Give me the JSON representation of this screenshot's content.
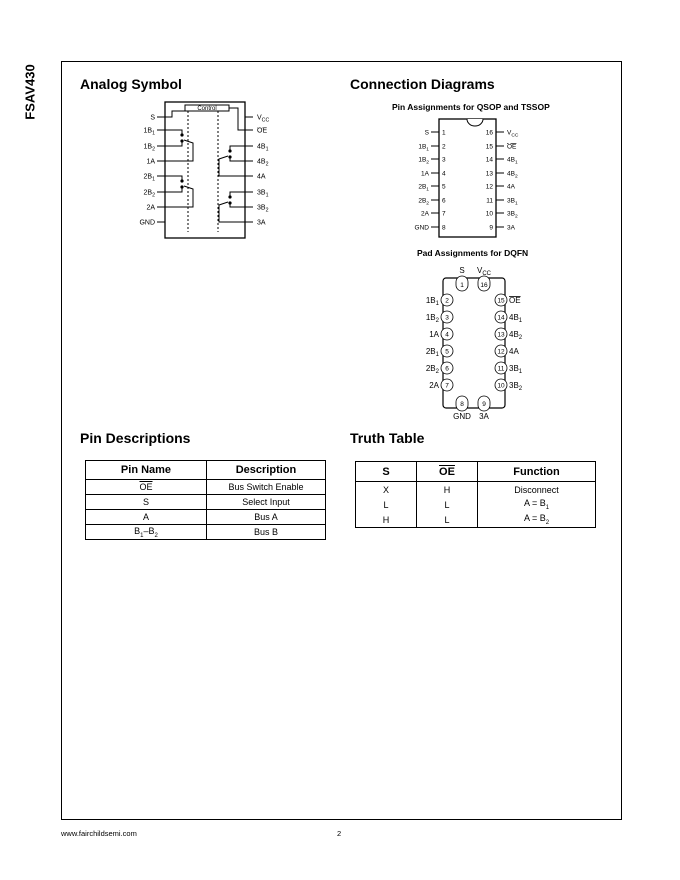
{
  "side_title": "FSAV430",
  "analog_symbol": {
    "heading": "Analog Symbol",
    "control_label": "Control",
    "left_pins": [
      "S",
      "1B",
      "1B",
      "1A",
      "2B",
      "2B",
      "2A",
      "GND"
    ],
    "left_subs": [
      "",
      "1",
      "2",
      "",
      "1",
      "2",
      "",
      ""
    ],
    "right_pins": [
      "V",
      "OE",
      "4B",
      "4B",
      "4A",
      "3B",
      "3B",
      "3A"
    ],
    "right_subs": [
      "CC",
      "",
      "1",
      "2",
      "",
      "1",
      "2",
      ""
    ]
  },
  "connection": {
    "heading": "Connection Diagrams",
    "qsop_title": "Pin Assignments for QSOP and TSSOP",
    "qsop_left": [
      {
        "name": "S",
        "sub": "",
        "num": "1"
      },
      {
        "name": "1B",
        "sub": "1",
        "num": "2"
      },
      {
        "name": "1B",
        "sub": "2",
        "num": "3"
      },
      {
        "name": "1A",
        "sub": "",
        "num": "4"
      },
      {
        "name": "2B",
        "sub": "1",
        "num": "5"
      },
      {
        "name": "2B",
        "sub": "2",
        "num": "6"
      },
      {
        "name": "2A",
        "sub": "",
        "num": "7"
      },
      {
        "name": "GND",
        "sub": "",
        "num": "8"
      }
    ],
    "qsop_right": [
      {
        "name": "V",
        "sub": "CC",
        "num": "16"
      },
      {
        "name": "OE",
        "sub": "",
        "num": "15"
      },
      {
        "name": "4B",
        "sub": "1",
        "num": "14"
      },
      {
        "name": "4B",
        "sub": "2",
        "num": "13"
      },
      {
        "name": "4A",
        "sub": "",
        "num": "12"
      },
      {
        "name": "3B",
        "sub": "1",
        "num": "11"
      },
      {
        "name": "3B",
        "sub": "2",
        "num": "10"
      },
      {
        "name": "3A",
        "sub": "",
        "num": "9"
      }
    ],
    "dqfn_title": "Pad Assignments for DQFN",
    "dqfn_top": [
      {
        "name": "S",
        "sub": "",
        "num": "1"
      },
      {
        "name": "V",
        "sub": "CC",
        "num": "16"
      }
    ],
    "dqfn_left": [
      {
        "name": "1B",
        "sub": "1",
        "num": "2"
      },
      {
        "name": "1B",
        "sub": "2",
        "num": "3"
      },
      {
        "name": "1A",
        "sub": "",
        "num": "4"
      },
      {
        "name": "2B",
        "sub": "1",
        "num": "5"
      },
      {
        "name": "2B",
        "sub": "2",
        "num": "6"
      },
      {
        "name": "2A",
        "sub": "",
        "num": "7"
      }
    ],
    "dqfn_right": [
      {
        "name": "OE",
        "sub": "",
        "num": "15"
      },
      {
        "name": "4B",
        "sub": "1",
        "num": "14"
      },
      {
        "name": "4B",
        "sub": "2",
        "num": "13"
      },
      {
        "name": "4A",
        "sub": "",
        "num": "12"
      },
      {
        "name": "3B",
        "sub": "1",
        "num": "11"
      },
      {
        "name": "3B",
        "sub": "2",
        "num": "10"
      }
    ],
    "dqfn_bottom": [
      {
        "name": "GND",
        "sub": "",
        "num": "8"
      },
      {
        "name": "3A",
        "sub": "",
        "num": "9"
      }
    ]
  },
  "pin_descriptions": {
    "heading": "Pin Descriptions",
    "headers": [
      "Pin Name",
      "Description"
    ],
    "rows": [
      {
        "pin": "OE",
        "desc": "Bus Switch Enable"
      },
      {
        "pin": "S",
        "desc": "Select Input"
      },
      {
        "pin": "A",
        "desc": "Bus A"
      },
      {
        "pin_b1": "B",
        "pin_s1": "1",
        "pin_dash": "–B",
        "pin_s2": "2",
        "desc": "Bus B"
      }
    ]
  },
  "truth_table": {
    "heading": "Truth Table",
    "headers": [
      "S",
      "OE",
      "Function"
    ],
    "rows": [
      {
        "s": "X",
        "oe": "H",
        "func": "Disconnect",
        "func_sub": ""
      },
      {
        "s": "L",
        "oe": "L",
        "func": "A = B",
        "func_sub": "1"
      },
      {
        "s": "H",
        "oe": "L",
        "func": "A = B",
        "func_sub": "2"
      }
    ]
  },
  "footer": {
    "url": "www.fairchildsemi.com",
    "page": "2"
  }
}
